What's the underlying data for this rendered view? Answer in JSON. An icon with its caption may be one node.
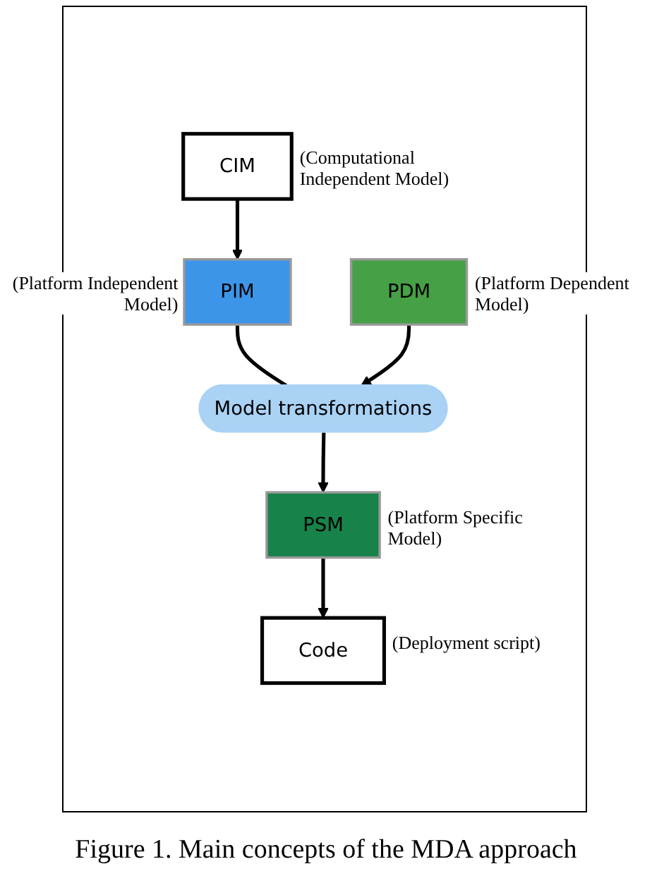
{
  "diagram": {
    "caption": "Figure 1. Main concepts of the MDA approach",
    "nodes": [
      {
        "text": [
          "CIM"
        ],
        "beside": [
          "(Computational Independent Model)"
        ]
      },
      {
        "text": [
          "PIM"
        ],
        "beside": [
          "(Platform Independent Model)"
        ]
      },
      {
        "text": [
          "PDM"
        ],
        "beside": [
          "(Platform Dependent Model)"
        ]
      },
      {
        "text": [
          "Model transformations"
        ]
      },
      {
        "text": [
          "PSM"
        ],
        "beside": [
          "(Platform Specific Model)"
        ]
      },
      {
        "text": [
          "Code"
        ],
        "beside": [
          "(Deployment script)"
        ]
      }
    ],
    "edges": [
      {
        "from": 0,
        "to": 1,
        "arrow": "to"
      },
      {
        "from": 1,
        "to": 3,
        "arrow": "none"
      },
      {
        "from": 2,
        "to": 3,
        "arrow": "to"
      },
      {
        "from": 3,
        "to": 4,
        "arrow": "to"
      },
      {
        "from": 4,
        "to": 5,
        "arrow": "to"
      }
    ]
  }
}
